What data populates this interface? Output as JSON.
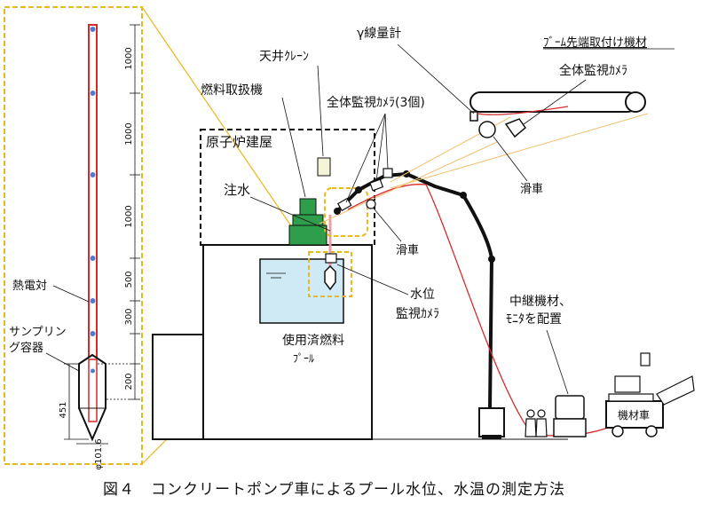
{
  "caption": "図４　コンクリートポンプ車によるプール水位、水温の測定方法",
  "labels": {
    "crane": "天井ｸﾚｰﾝ",
    "fuel_machine": "燃料取扱機",
    "reactor_building": "原子炉建屋",
    "water_injection": "注水",
    "gamma_meter": "γ線量計",
    "overview_cameras": "全体監視ｶﾒﾗ(3個)",
    "boom_tip_title": "ﾌﾞｰﾑ先端取付け機材",
    "overview_camera": "全体監視ｶﾒﾗ",
    "pulley_top": "滑車",
    "pulley_mid": "滑車",
    "water_level_camera_1": "水位",
    "water_level_camera_2": "監視ｶﾒﾗ",
    "relay_1": "中継機材、",
    "relay_2": "ﾓﾆﾀを配置",
    "spent_pool_1": "使用済燃料",
    "spent_pool_2": "ﾌﾟｰﾙ",
    "equipment_truck": "機材車",
    "thermocouple": "熱電対",
    "sampling_1": "サンプリン",
    "sampling_2": "グ容器"
  },
  "dimensions": [
    "1000",
    "1000",
    "1000",
    "500",
    "300",
    "200",
    "451",
    "φ101.6"
  ],
  "colors": {
    "frame_dashed": "#e8b820",
    "thermo_red": "#d42a2a",
    "cable_red": "#d42a2a",
    "pool_water": "#cfe9f5",
    "machine_green": "#2f9e4a",
    "sensor_blue": "#4a7fd0",
    "sight_line": "#f0c070"
  }
}
